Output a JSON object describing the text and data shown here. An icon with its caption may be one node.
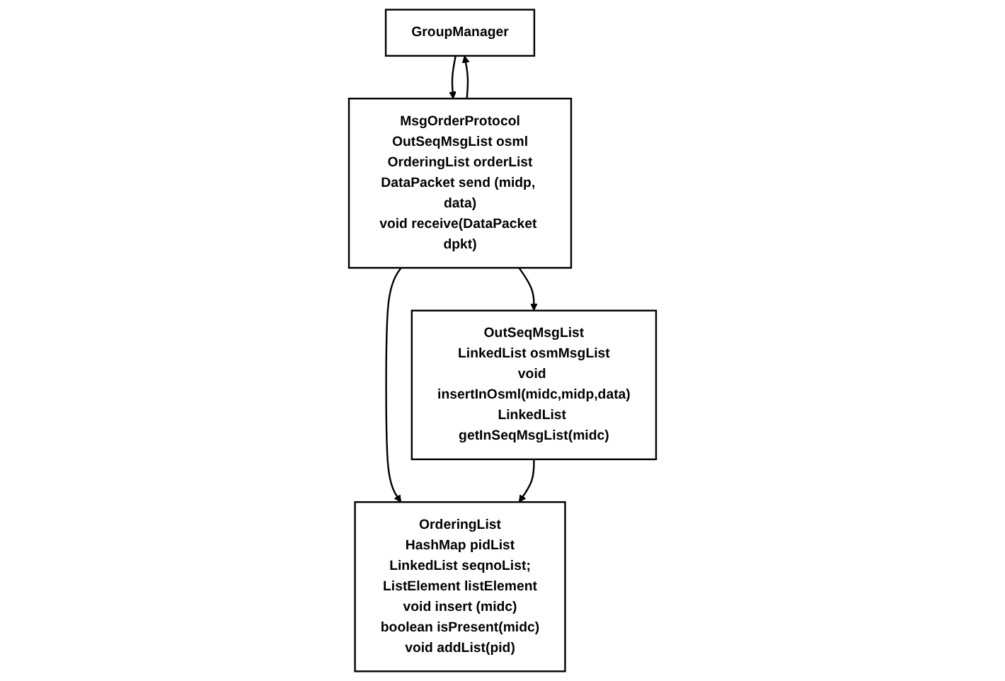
{
  "diagram": {
    "nodes": [
      {
        "text": [
          "GroupManager"
        ]
      },
      {
        "text": [
          "MsgOrderProtocol",
          "OutSeqMsgList osml",
          "OrderingList orderList",
          "DataPacket send (midp, data)",
          "void receive(DataPacket dpkt)"
        ]
      },
      {
        "text": [
          "OutSeqMsgList",
          "LinkedList osmMsgList",
          "void insertInOsml(midc,midp,data)",
          "LinkedList getInSeqMsgList(midc)"
        ]
      },
      {
        "text": [
          "OrderingList",
          "HashMap pidList",
          "LinkedList seqnoList;",
          "ListElement listElement",
          "void insert (midc)",
          "boolean isPresent(midc)",
          "void addList(pid)"
        ]
      }
    ],
    "edges": [
      {
        "from": 0,
        "to": 1,
        "arrow": "to"
      },
      {
        "from": 1,
        "to": 0,
        "arrow": "to"
      },
      {
        "from": 1,
        "to": 2,
        "arrow": "to"
      },
      {
        "from": 1,
        "to": 3,
        "arrow": "to"
      },
      {
        "from": 2,
        "to": 3,
        "arrow": "to"
      }
    ]
  }
}
